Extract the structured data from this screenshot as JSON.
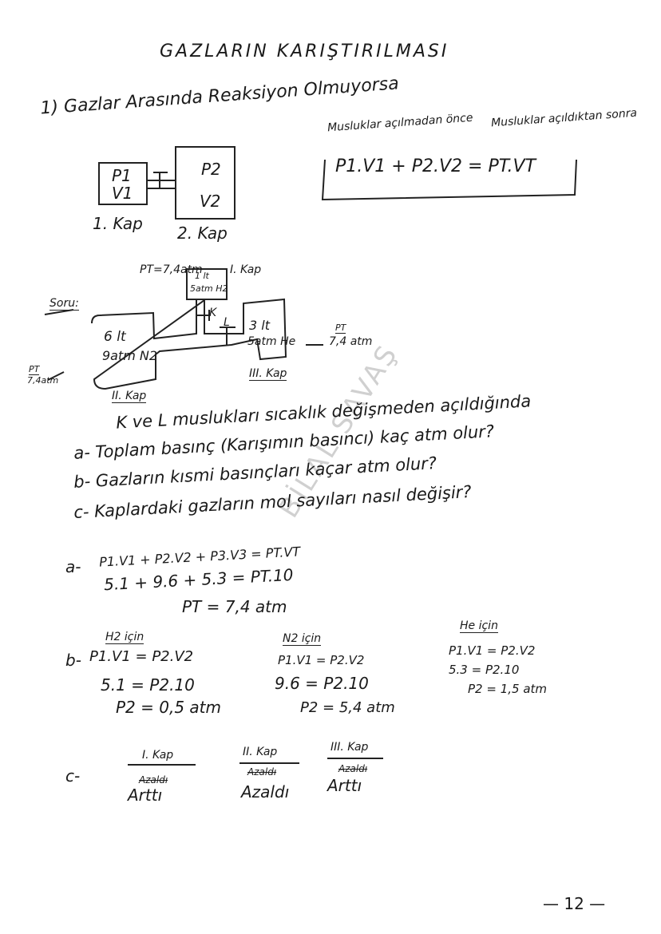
{
  "title": "GAZLARIN KARIŞTIRILMASI",
  "section1": "1) Gazlar Arasında Reaksiyon Olmuyorsa",
  "diagram1": {
    "box1": {
      "p": "P1",
      "v": "V1",
      "label": "1. Kap"
    },
    "box2": {
      "p": "P2",
      "v": "V2",
      "label": "2. Kap"
    }
  },
  "formula1": {
    "before_label": "Musluklar açılmadan önce",
    "after_label": "Musluklar açıldıktan sonra",
    "equation": "P1.V1 + P2.V2  =  PT.VT"
  },
  "question": {
    "label": "Soru:",
    "kap1": {
      "line1": "1 lt",
      "line2": "5atm H2",
      "label": "I. Kap",
      "pt": "PT=7,4atm"
    },
    "kap2": {
      "line1": "6 lt",
      "line2": "9atm N2",
      "label": "II. Kap",
      "pt_label": "PT",
      "pt": "7,4atm"
    },
    "kap3": {
      "line1": "3 lt",
      "line2": "5atm He",
      "label": "III. Kap",
      "pt_label": "PT",
      "pt": "7,4 atm"
    },
    "valve_k": "K",
    "valve_l": "L",
    "text": "K ve L muslukları sıcaklık değişmeden açıldığında",
    "a": "a- Toplam basınç (Karışımın basıncı) kaç atm olur?",
    "b": "b- Gazların kısmi basınçları kaçar atm olur?",
    "c": "c- Kaplardaki gazların mol sayıları nasıl değişir?"
  },
  "solution_a": {
    "label": "a-",
    "line1": "P1.V1 + P2.V2 + P3.V3 = PT.VT",
    "line2": "5.1 + 9.6 + 5.3 = PT.10",
    "line3": "PT = 7,4 atm"
  },
  "solution_b": {
    "label": "b-",
    "h2": {
      "head": "H2 için",
      "l1": "P1.V1 = P2.V2",
      "l2": "5.1 = P2.10",
      "l3": "P2 = 0,5 atm"
    },
    "n2": {
      "head": "N2 için",
      "l1": "P1.V1 = P2.V2",
      "l2": "9.6 = P2.10",
      "l3": "P2 = 5,4 atm"
    },
    "he": {
      "head": "He için",
      "l1": "P1.V1 = P2.V2",
      "l2": "5.3 = P2.10",
      "l3": "P2 = 1,5 atm"
    }
  },
  "solution_c": {
    "label": "c-",
    "cols": [
      {
        "head": "I. Kap",
        "struck": "Azaldı",
        "answer": "Arttı"
      },
      {
        "head": "II. Kap",
        "struck": "Azaldı",
        "answer": "Azaldı"
      },
      {
        "head": "III. Kap",
        "struck": "Azaldı",
        "answer": "Arttı"
      }
    ]
  },
  "watermark": "BİLAL SAVAŞ",
  "page_number": "— 12 —"
}
